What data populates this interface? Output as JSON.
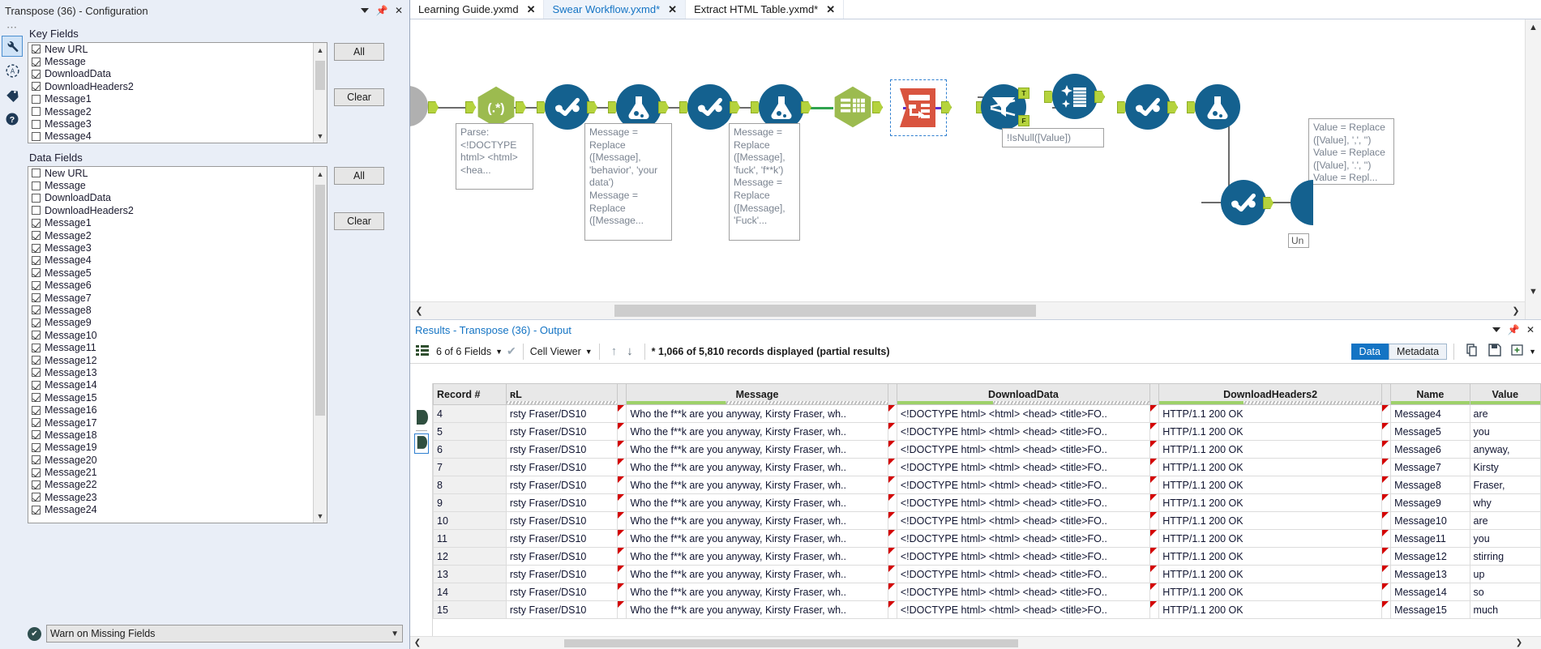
{
  "config_panel": {
    "title": "Transpose (36) - Configuration",
    "window_buttons": [
      "chevron-down",
      "pin",
      "close"
    ],
    "rail_icons": [
      "wrench-icon",
      "annotation-icon",
      "tag-icon",
      "help-icon"
    ],
    "key_fields": {
      "label": "Key Fields",
      "all_label": "All",
      "clear_label": "Clear",
      "items": [
        {
          "label": "New URL",
          "checked": true
        },
        {
          "label": "Message",
          "checked": true
        },
        {
          "label": "DownloadData",
          "checked": true
        },
        {
          "label": "DownloadHeaders2",
          "checked": true
        },
        {
          "label": "Message1",
          "checked": false
        },
        {
          "label": "Message2",
          "checked": false
        },
        {
          "label": "Message3",
          "checked": false
        },
        {
          "label": "Message4",
          "checked": false
        }
      ]
    },
    "data_fields": {
      "label": "Data Fields",
      "all_label": "All",
      "clear_label": "Clear",
      "items": [
        {
          "label": "New URL",
          "checked": false
        },
        {
          "label": "Message",
          "checked": false
        },
        {
          "label": "DownloadData",
          "checked": false
        },
        {
          "label": "DownloadHeaders2",
          "checked": false
        },
        {
          "label": "Message1",
          "checked": true
        },
        {
          "label": "Message2",
          "checked": true
        },
        {
          "label": "Message3",
          "checked": true
        },
        {
          "label": "Message4",
          "checked": true
        },
        {
          "label": "Message5",
          "checked": true
        },
        {
          "label": "Message6",
          "checked": true
        },
        {
          "label": "Message7",
          "checked": true
        },
        {
          "label": "Message8",
          "checked": true
        },
        {
          "label": "Message9",
          "checked": true
        },
        {
          "label": "Message10",
          "checked": true
        },
        {
          "label": "Message11",
          "checked": true
        },
        {
          "label": "Message12",
          "checked": true
        },
        {
          "label": "Message13",
          "checked": true
        },
        {
          "label": "Message14",
          "checked": true
        },
        {
          "label": "Message15",
          "checked": true
        },
        {
          "label": "Message16",
          "checked": true
        },
        {
          "label": "Message17",
          "checked": true
        },
        {
          "label": "Message18",
          "checked": true
        },
        {
          "label": "Message19",
          "checked": true
        },
        {
          "label": "Message20",
          "checked": true
        },
        {
          "label": "Message21",
          "checked": true
        },
        {
          "label": "Message22",
          "checked": true
        },
        {
          "label": "Message23",
          "checked": true
        },
        {
          "label": "Message24",
          "checked": true
        }
      ]
    },
    "missing_fields_select": "Warn on Missing Fields"
  },
  "tabs": [
    {
      "label": "Learning Guide.yxmd",
      "active": false,
      "close": "✕"
    },
    {
      "label": "Swear Workflow.yxmd*",
      "active": true,
      "close": "✕"
    },
    {
      "label": "Extract HTML Table.yxmd*",
      "active": false,
      "close": "✕"
    }
  ],
  "canvas": {
    "annotations": [
      {
        "name": "regex-annotation",
        "text": "Parse:\n<!DOCTYPE\nhtml> <html>\n<hea..."
      },
      {
        "name": "formula-annotation-1",
        "text": "Message =\nReplace\n([Message],\n'behavior', 'your\ndata')\nMessage =\nReplace\n([Message..."
      },
      {
        "name": "formula-annotation-2",
        "text": "Message =\nReplace\n([Message],\n'fuck', 'f**k')\nMessage =\nReplace\n([Message],\n'Fuck'..."
      },
      {
        "name": "filter-annotation",
        "text": "!IsNull([Value])"
      },
      {
        "name": "formula-annotation-3",
        "text": "Value = Replace\n([Value], ',', '')\nValue = Replace\n([Value], '.', '')\nValue = Repl..."
      }
    ],
    "filter_outputs": {
      "true": "T",
      "false": "F"
    },
    "tool_container_label": "Un",
    "tools": [
      {
        "name": "input-data-tool",
        "kind": "input"
      },
      {
        "name": "regex-tool",
        "kind": "hex-green",
        "glyph": "(.*)"
      },
      {
        "name": "select-tool-1",
        "kind": "circle-blue",
        "glyph": "check"
      },
      {
        "name": "formula-tool-1",
        "kind": "circle-blue",
        "glyph": "flask"
      },
      {
        "name": "select-tool-2",
        "kind": "circle-blue",
        "glyph": "check"
      },
      {
        "name": "formula-tool-2",
        "kind": "circle-blue",
        "glyph": "flask"
      },
      {
        "name": "transpose-tool",
        "kind": "hex-green",
        "glyph": "grid"
      },
      {
        "name": "text-to-columns-tool",
        "kind": "square-red",
        "glyph": "rows"
      },
      {
        "name": "filter-tool",
        "kind": "circle-blue",
        "glyph": "funnel"
      },
      {
        "name": "data-cleansing-tool",
        "kind": "circle-blue",
        "glyph": "sparkle"
      },
      {
        "name": "select-tool-3",
        "kind": "circle-blue",
        "glyph": "check"
      },
      {
        "name": "formula-tool-3",
        "kind": "circle-blue",
        "glyph": "flask"
      },
      {
        "name": "select-tool-4",
        "kind": "circle-blue",
        "glyph": "check"
      }
    ]
  },
  "results": {
    "title": "Results - Transpose (36) - Output",
    "window_buttons": [
      "chevron-down",
      "pin",
      "close"
    ],
    "toolbar": {
      "fields_label": "6 of 6 Fields",
      "cell_viewer_label": "Cell Viewer",
      "sort_up": "↑",
      "sort_down": "↓",
      "records_label": "* 1,066 of 5,810 records displayed (partial results)",
      "data_tab": "Data",
      "metadata_tab": "Metadata"
    },
    "columns": [
      "Record #",
      "ʀL",
      "Message",
      "DownloadData",
      "DownloadHeaders2",
      "Name",
      "Value"
    ],
    "rows": [
      {
        "record": "4",
        "url": "rsty Fraser/DS10",
        "message": "Who the f**k are you anyway, Kirsty Fraser, wh..",
        "download": "<!DOCTYPE html>  <html>  <head>  <title>FO..",
        "headers": "HTTP/1.1 200 OK",
        "name": "Message4",
        "value": "are"
      },
      {
        "record": "5",
        "url": "rsty Fraser/DS10",
        "message": "Who the f**k are you anyway, Kirsty Fraser, wh..",
        "download": "<!DOCTYPE html>  <html>  <head>  <title>FO..",
        "headers": "HTTP/1.1 200 OK",
        "name": "Message5",
        "value": "you"
      },
      {
        "record": "6",
        "url": "rsty Fraser/DS10",
        "message": "Who the f**k are you anyway, Kirsty Fraser, wh..",
        "download": "<!DOCTYPE html>  <html>  <head>  <title>FO..",
        "headers": "HTTP/1.1 200 OK",
        "name": "Message6",
        "value": "anyway,"
      },
      {
        "record": "7",
        "url": "rsty Fraser/DS10",
        "message": "Who the f**k are you anyway, Kirsty Fraser, wh..",
        "download": "<!DOCTYPE html>  <html>  <head>  <title>FO..",
        "headers": "HTTP/1.1 200 OK",
        "name": "Message7",
        "value": "Kirsty"
      },
      {
        "record": "8",
        "url": "rsty Fraser/DS10",
        "message": "Who the f**k are you anyway, Kirsty Fraser, wh..",
        "download": "<!DOCTYPE html>  <html>  <head>  <title>FO..",
        "headers": "HTTP/1.1 200 OK",
        "name": "Message8",
        "value": "Fraser,"
      },
      {
        "record": "9",
        "url": "rsty Fraser/DS10",
        "message": "Who the f**k are you anyway, Kirsty Fraser, wh..",
        "download": "<!DOCTYPE html>  <html>  <head>  <title>FO..",
        "headers": "HTTP/1.1 200 OK",
        "name": "Message9",
        "value": "why"
      },
      {
        "record": "10",
        "url": "rsty Fraser/DS10",
        "message": "Who the f**k are you anyway, Kirsty Fraser, wh..",
        "download": "<!DOCTYPE html>  <html>  <head>  <title>FO..",
        "headers": "HTTP/1.1 200 OK",
        "name": "Message10",
        "value": "are"
      },
      {
        "record": "11",
        "url": "rsty Fraser/DS10",
        "message": "Who the f**k are you anyway, Kirsty Fraser, wh..",
        "download": "<!DOCTYPE html>  <html>  <head>  <title>FO..",
        "headers": "HTTP/1.1 200 OK",
        "name": "Message11",
        "value": "you"
      },
      {
        "record": "12",
        "url": "rsty Fraser/DS10",
        "message": "Who the f**k are you anyway, Kirsty Fraser, wh..",
        "download": "<!DOCTYPE html>  <html>  <head>  <title>FO..",
        "headers": "HTTP/1.1 200 OK",
        "name": "Message12",
        "value": "stirring"
      },
      {
        "record": "13",
        "url": "rsty Fraser/DS10",
        "message": "Who the f**k are you anyway, Kirsty Fraser, wh..",
        "download": "<!DOCTYPE html>  <html>  <head>  <title>FO..",
        "headers": "HTTP/1.1 200 OK",
        "name": "Message13",
        "value": "up"
      },
      {
        "record": "14",
        "url": "rsty Fraser/DS10",
        "message": "Who the f**k are you anyway, Kirsty Fraser, wh..",
        "download": "<!DOCTYPE html>  <html>  <head>  <title>FO..",
        "headers": "HTTP/1.1 200 OK",
        "name": "Message14",
        "value": "so"
      },
      {
        "record": "15",
        "url": "rsty Fraser/DS10",
        "message": "Who the f**k are you anyway, Kirsty Fraser, wh..",
        "download": "<!DOCTYPE html>  <html>  <head>  <title>FO..",
        "headers": "HTTP/1.1 200 OK",
        "name": "Message15",
        "value": "much"
      }
    ]
  },
  "colors": {
    "accent_blue": "#1474c4",
    "tool_blue": "#14618f",
    "tool_green": "#9cbb4f",
    "tool_red": "#d9543f",
    "plug_green": "#b5d33d",
    "panel_bg": "#e9eef7"
  }
}
